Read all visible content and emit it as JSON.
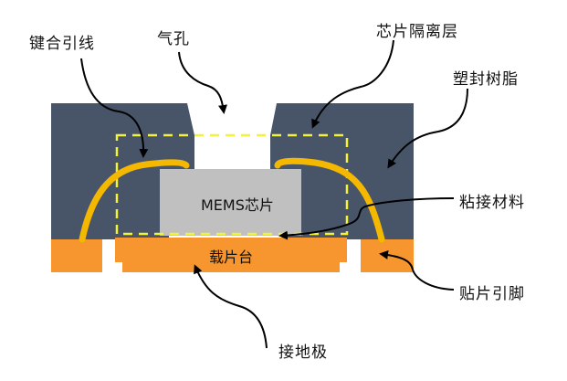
{
  "diagram": {
    "title": "MEMS package cross-section",
    "labels": {
      "bond_wire": "键合引线",
      "air_hole": "气孔",
      "chip_isolation": "芯片隔离层",
      "mold_resin": "塑封树脂",
      "adhesive": "粘接材料",
      "smd_lead": "贴片引脚",
      "ground": "接地极",
      "chip": "MEMS芯片",
      "die_pad": "载片台"
    },
    "colors": {
      "mold": "#485569",
      "lead": "#f7962f",
      "chip": "#c0c0c0",
      "wire": "#f5b800",
      "isolation_dash": "#f2f23a",
      "arrow": "#000000"
    }
  }
}
